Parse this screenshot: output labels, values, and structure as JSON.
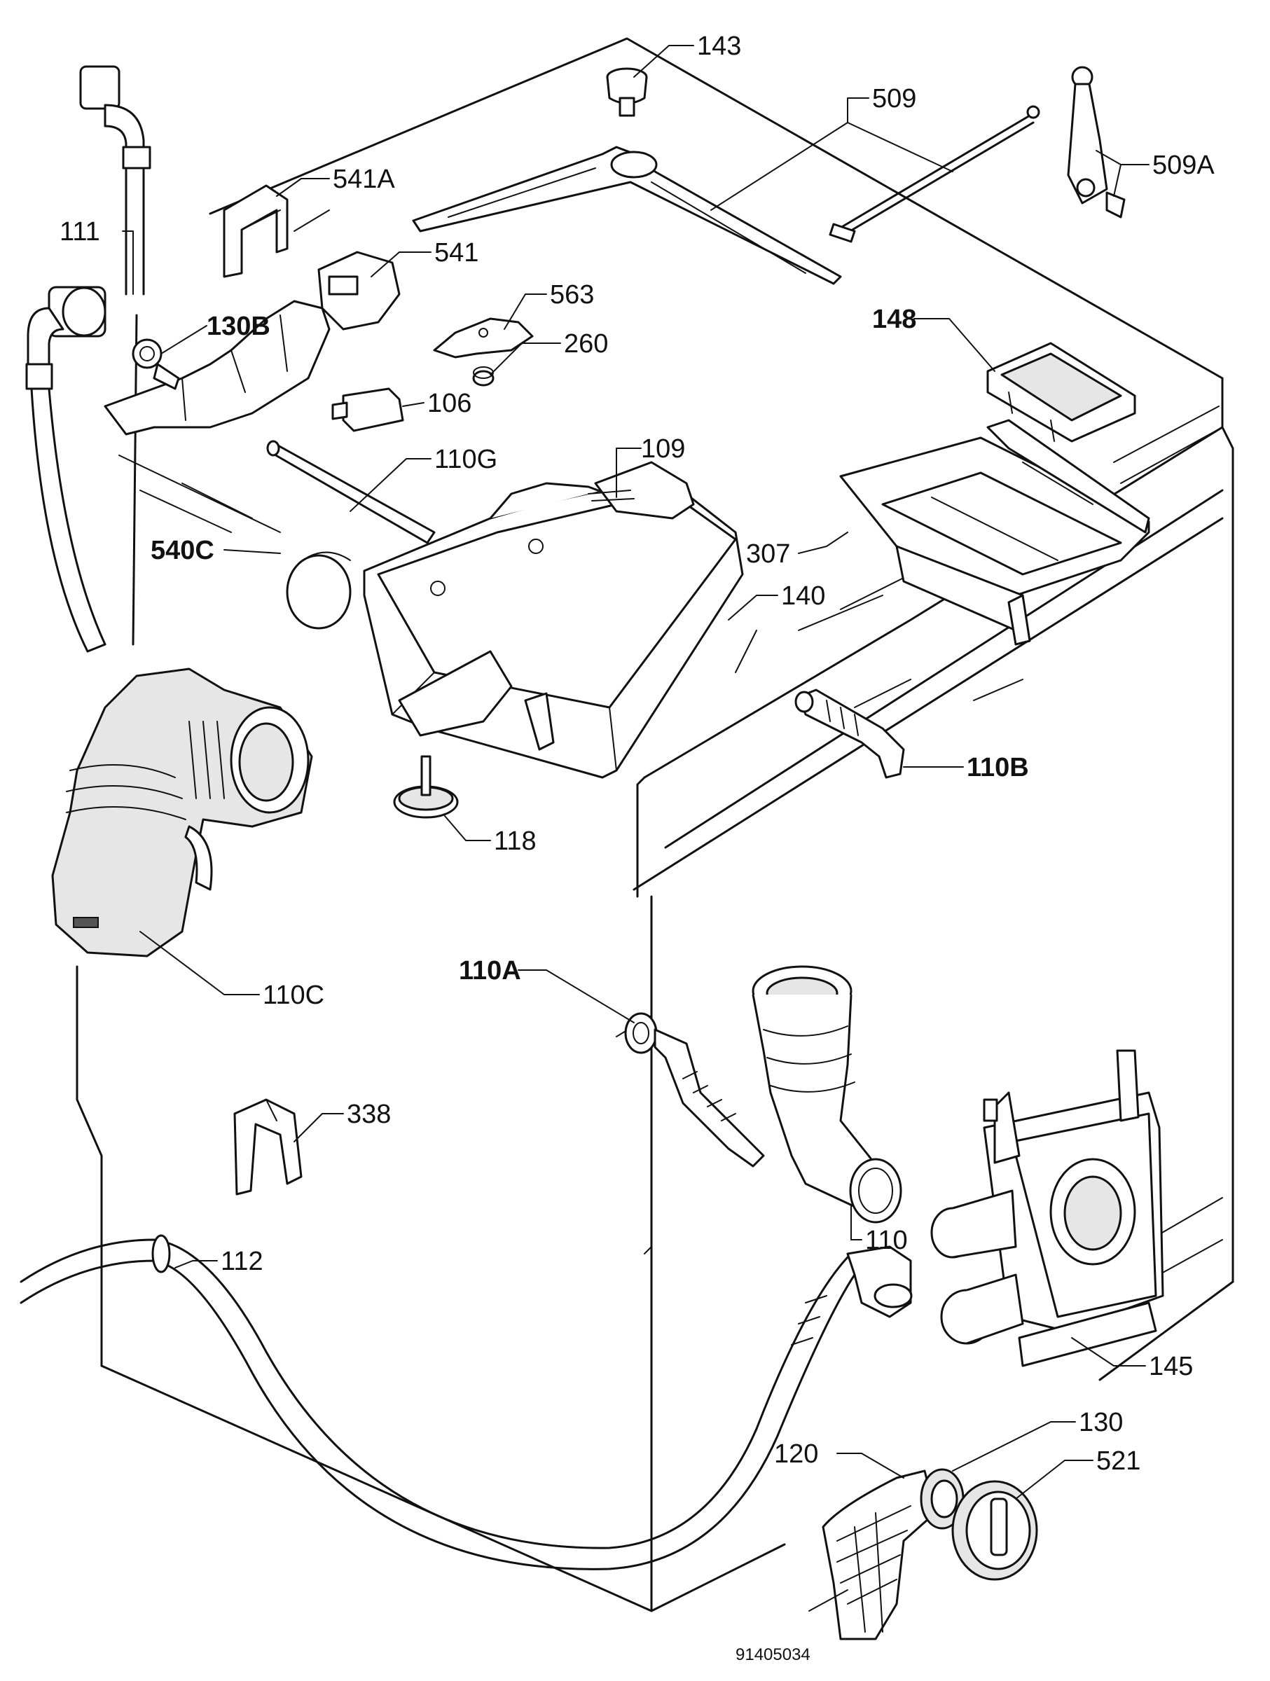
{
  "labels": {
    "p143": "143",
    "p509": "509",
    "p509a": "509A",
    "p541a": "541A",
    "p111": "111",
    "p541": "541",
    "p563": "563",
    "p148": "148",
    "p130b": "130B",
    "p260": "260",
    "p106": "106",
    "p110g": "110G",
    "p109": "109",
    "p540c": "540C",
    "p307": "307",
    "p140": "140",
    "p110b": "110B",
    "p118": "118",
    "p110c": "110C",
    "p110a": "110A",
    "p338": "338",
    "p110": "110",
    "p112": "112",
    "p145": "145",
    "p130": "130",
    "p120": "120",
    "p521": "521"
  },
  "drawing_number": "91405034"
}
